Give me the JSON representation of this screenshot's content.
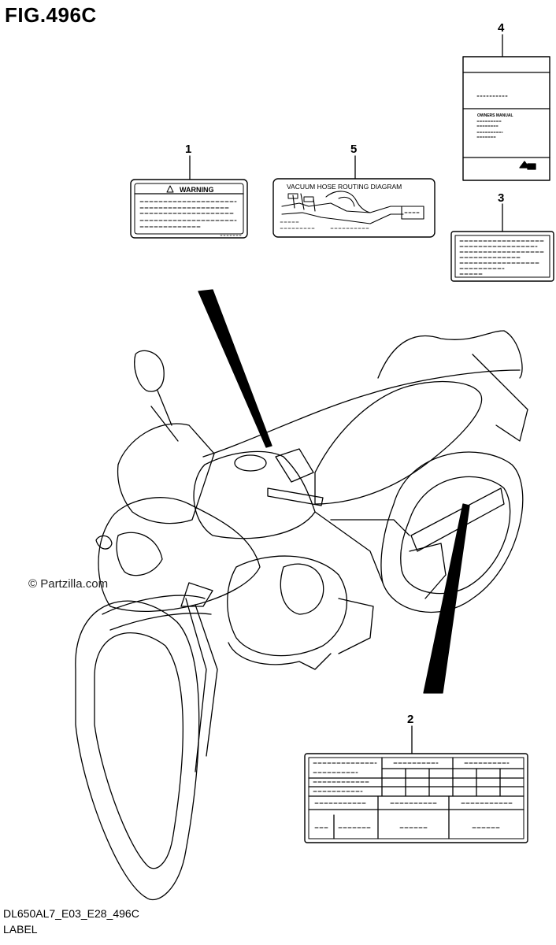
{
  "figure": {
    "title": "FIG.496C",
    "code": "DL650AL7_E03_E28_496C",
    "section": "LABEL",
    "watermark": "© Partzilla.com"
  },
  "callouts": [
    {
      "number": "1",
      "part": "warning-label"
    },
    {
      "number": "2",
      "part": "information-label"
    },
    {
      "number": "3",
      "part": "caution-label"
    },
    {
      "number": "4",
      "part": "owners-manual"
    },
    {
      "number": "5",
      "part": "vacuum-hose-label"
    }
  ],
  "labels": {
    "warning_text": "WARNING",
    "vacuum_text": "VACUUM HOSE ROUTING DIAGRAM",
    "manual_text": "OWNERS MANUAL"
  },
  "colors": {
    "line": "#000000",
    "background": "#ffffff"
  }
}
